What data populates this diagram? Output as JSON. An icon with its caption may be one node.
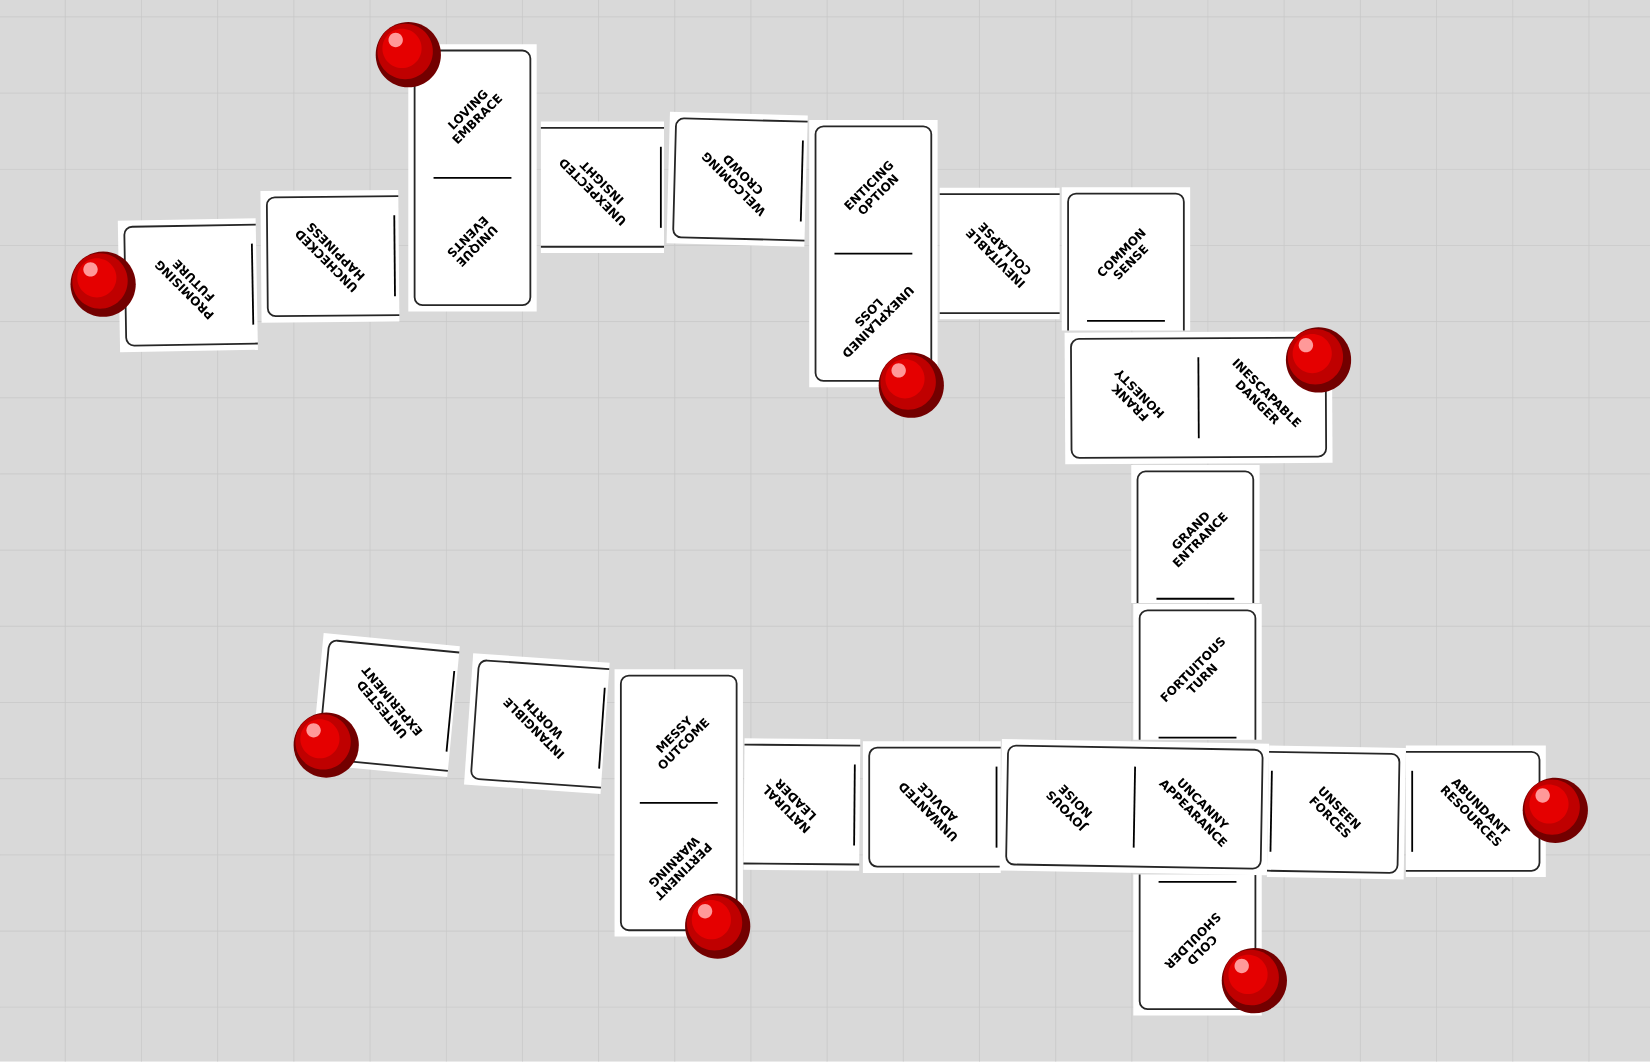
{
  "diagram": {
    "nodes": [
      {
        "text": [
          "PROMISING FUTURE"
        ]
      },
      {
        "text": [
          "UNCHECKED HAPPINESS"
        ]
      },
      {
        "text": [
          "LOVING EMBRACE",
          "UNIQUE EVENTS"
        ]
      },
      {
        "text": [
          "UNEXPECTED INSIGHT"
        ]
      },
      {
        "text": [
          "WELCOMING CROWD"
        ]
      },
      {
        "text": [
          "ENTICING OPTION",
          "UNEXPLAINED LOSS"
        ]
      },
      {
        "text": [
          "INEVITABLE COLLAPSE"
        ]
      },
      {
        "text": [
          "COMMON SENSE"
        ]
      },
      {
        "text": [
          "FRANK HONESTY",
          "INESCAPABLE DANGER"
        ]
      },
      {
        "text": [
          "GRAND ENTRANCE"
        ]
      },
      {
        "text": [
          "FORTUITOUS TURN"
        ]
      },
      {
        "text": [
          "UNTESTED EXPERIMENT"
        ]
      },
      {
        "text": [
          "INTANGIBLE WORTH"
        ]
      },
      {
        "text": [
          "MESSY OUTCOME",
          "PERTINENT WARNING"
        ]
      },
      {
        "text": [
          "NATURAL LEADER"
        ]
      },
      {
        "text": [
          "UNWANTED ADVICE"
        ]
      },
      {
        "text": [
          "JOYOUS NOISE",
          "UNCANNY APPEARANCE"
        ]
      },
      {
        "text": [
          "COLD SHOULDER"
        ]
      },
      {
        "text": [
          "UNSEEN FORCES"
        ]
      },
      {
        "text": [
          "ABUNDANT RESOURCES"
        ]
      }
    ]
  }
}
